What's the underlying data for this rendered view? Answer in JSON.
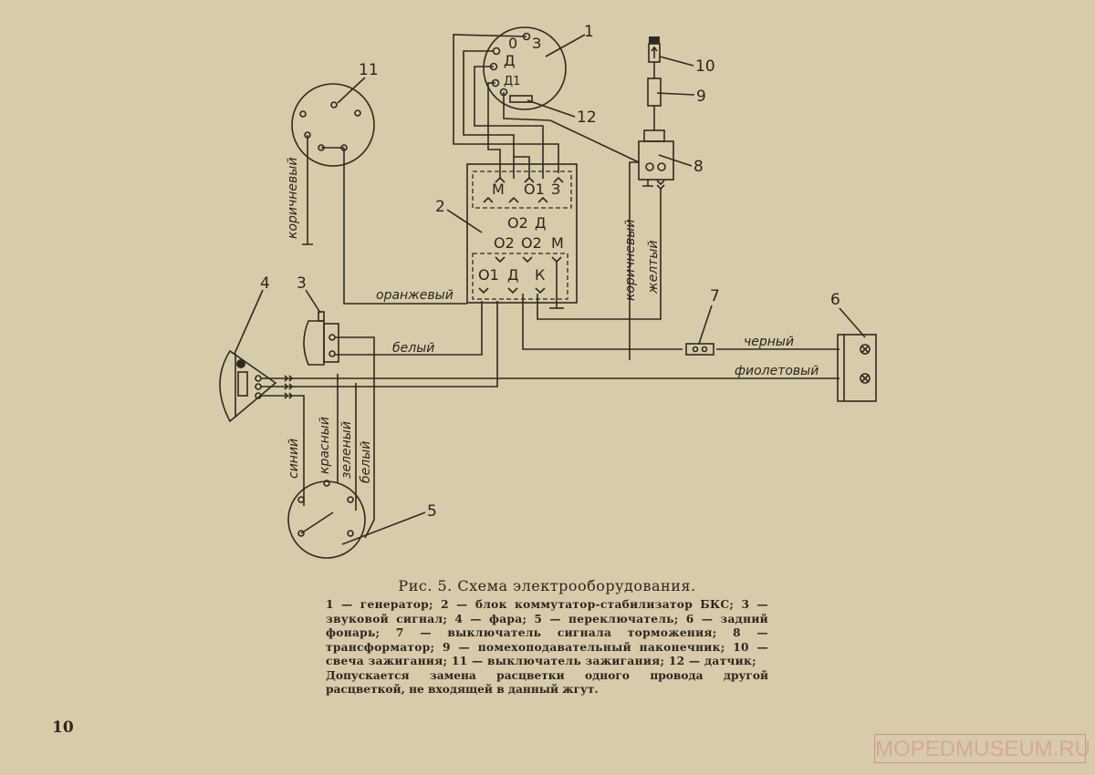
{
  "page_number": "10",
  "watermark": "MOPEDMUSEUM.RU",
  "figure": {
    "title": "Рис. 5. Схема электрооборудования.",
    "legend": "1 — генератор; 2 — блок коммутатор-стабилизатор БКС; 3 — звуковой сигнал; 4 — фара; 5 — переключатель; 6 — задний фонарь; 7 — выключатель сигнала торможения; 8 — трансформатор; 9 — помехоподавательный наконечник; 10 — свеча зажигания; 11 — выключатель зажигания; 12 — датчик;",
    "note": "Допускается замена расцветки одного провода другой расцветкой, не входящей в данный жгут."
  },
  "diagram": {
    "callouts": [
      "1",
      "2",
      "3",
      "4",
      "5",
      "6",
      "7",
      "8",
      "9",
      "10",
      "11",
      "12"
    ],
    "generator_terminals": {
      "o": "0",
      "z": "З",
      "d": "Д",
      "d1": "Д1"
    },
    "block_terminals": {
      "top_row": [
        "М",
        "O1",
        "З"
      ],
      "middle_row": [
        "O2",
        "Д"
      ],
      "lower_row": [
        "O2",
        "O2",
        "М"
      ],
      "bottom_row": [
        "O1",
        "Д",
        "К"
      ]
    },
    "wire_labels": {
      "brown_left": "коричневый",
      "orange": "оранжевый",
      "white_horn": "белый",
      "brown_right": "коричневый",
      "yellow": "желтый",
      "black": "черный",
      "violet": "фиолетовый",
      "blue": "синий",
      "red": "красный",
      "green": "зеленый",
      "white_switch": "белый"
    }
  }
}
